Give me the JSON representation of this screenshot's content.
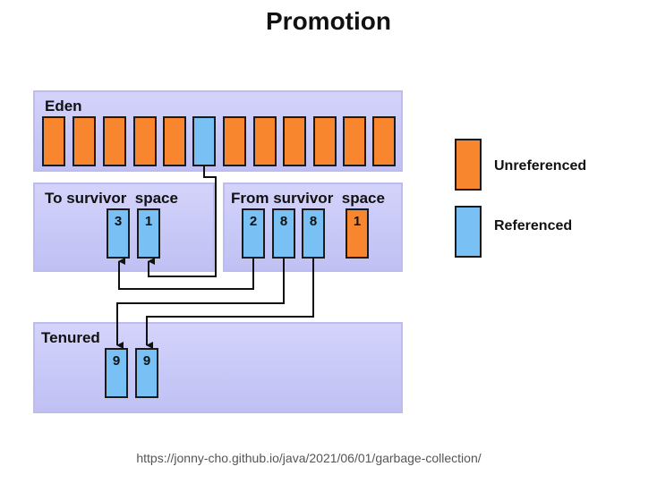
{
  "title": "Promotion",
  "regions": {
    "eden": "Eden",
    "to_survivor": "To survivor  space",
    "from_survivor": "From survivor  space",
    "tenured": "Tenured"
  },
  "blocks": {
    "to": [
      "3",
      "1"
    ],
    "from": [
      "2",
      "8",
      "8",
      "1"
    ],
    "tenured": [
      "9",
      "9"
    ]
  },
  "legend": {
    "unreferenced": "Unreferenced",
    "referenced": "Referenced"
  },
  "colors": {
    "unreferenced": "#f7862f",
    "referenced": "#79c0f5",
    "region": "#c8c8f8"
  },
  "source": "https://jonny-cho.github.io/java/2021/06/01/garbage-collection/"
}
